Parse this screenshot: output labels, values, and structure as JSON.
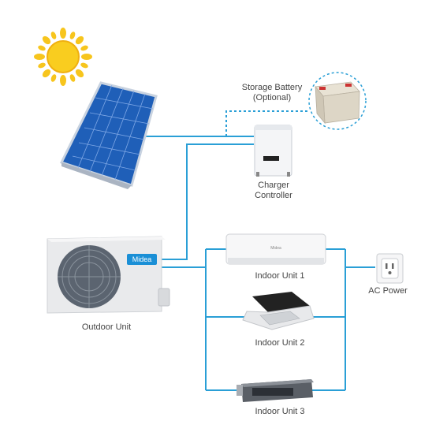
{
  "labels": {
    "storage_battery_line1": "Storage Battery",
    "storage_battery_line2": "(Optional)",
    "charger_line1": "Charger",
    "charger_line2": "Controller",
    "outdoor_unit": "Outdoor Unit",
    "indoor_unit_1": "Indoor Unit  1",
    "indoor_unit_2": "Indoor Unit  2",
    "indoor_unit_3": "Indoor Unit  3",
    "ac_power": "AC Power"
  },
  "brand": {
    "name": "Midea",
    "color": "#1a8fd6"
  },
  "colors": {
    "wire": "#2a9fd6",
    "sun": "#f7c51d",
    "panel": "#1f5fb8"
  }
}
